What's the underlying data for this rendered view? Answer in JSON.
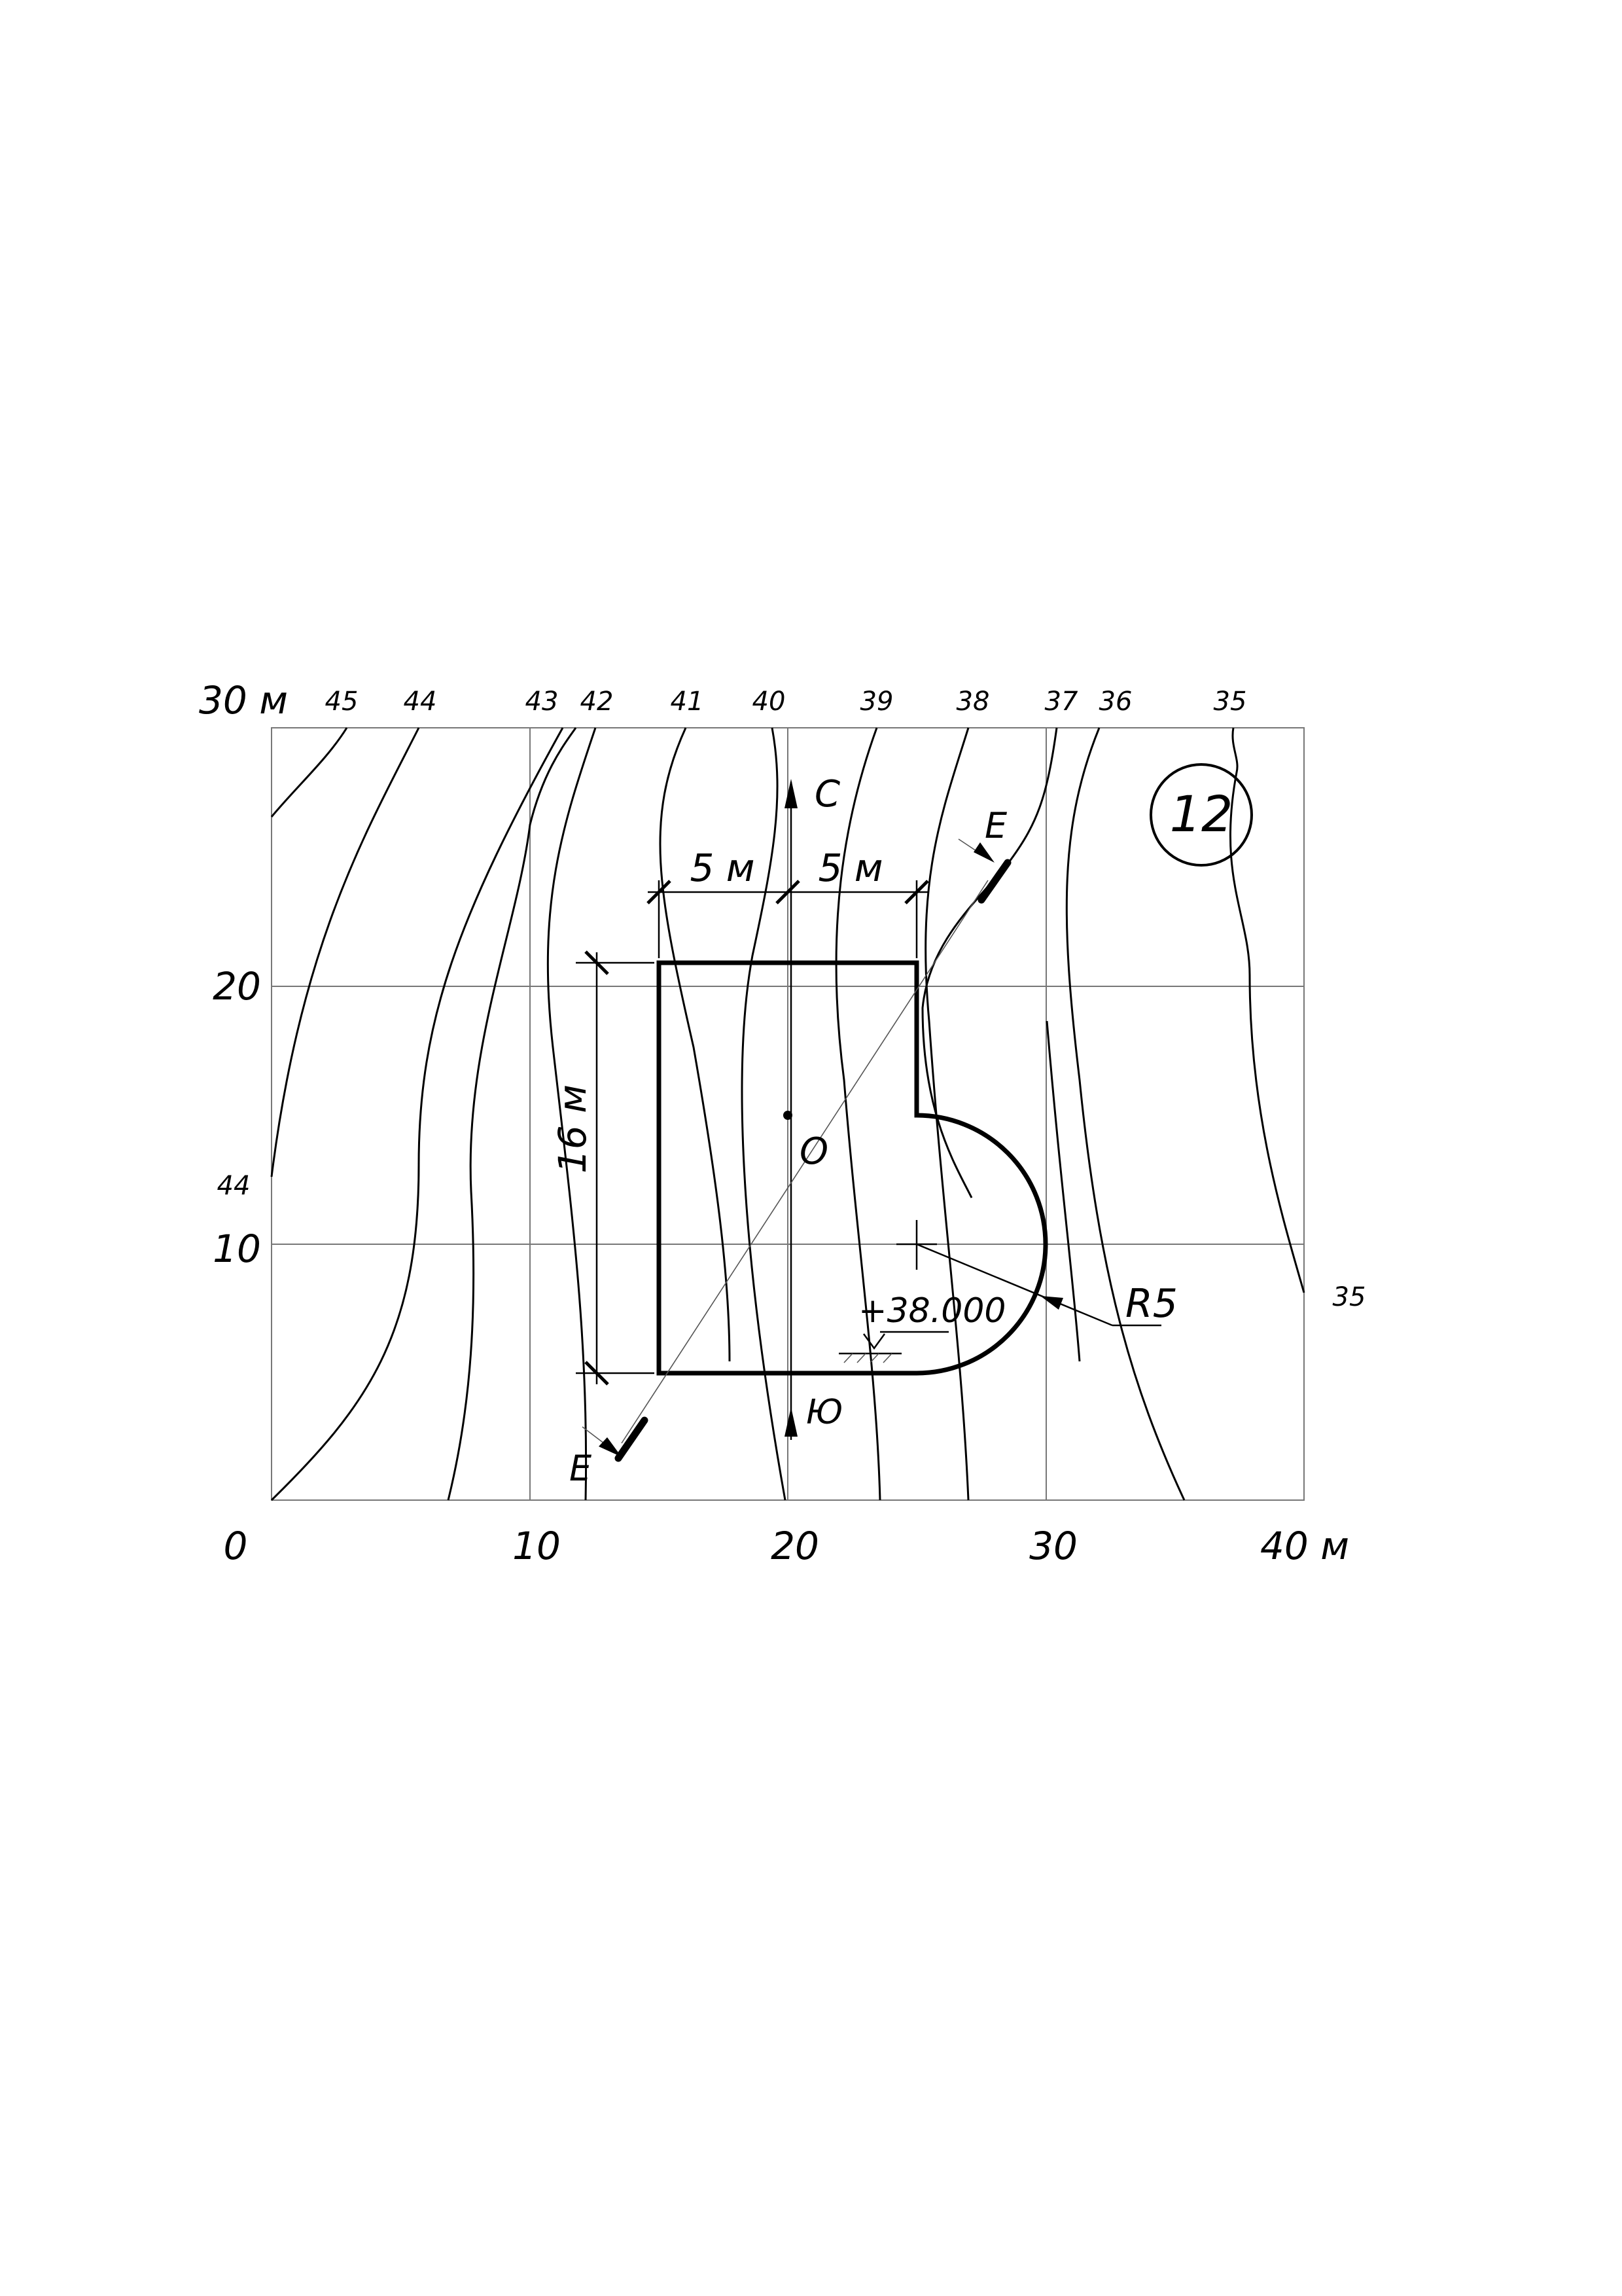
{
  "sheet": {
    "number": "12"
  },
  "axes": {
    "x_ticks": [
      "0",
      "10",
      "20",
      "30",
      "40 м"
    ],
    "y_ticks": [
      "0",
      "10",
      "20",
      "30 м"
    ]
  },
  "contours": {
    "top_labels": [
      "45",
      "44",
      "43",
      "42",
      "41",
      "40",
      "39",
      "38",
      "37",
      "36",
      "35"
    ],
    "side_labels": {
      "left": "44",
      "right": "35"
    }
  },
  "annotations": {
    "north": "С",
    "south": "Ю",
    "center": "О",
    "dim_left": "5 м",
    "dim_right": "5 м",
    "dim_height": "16 м",
    "radius": "R5",
    "elevation": "+38.000",
    "section_top": "Е",
    "section_bottom": "Е"
  }
}
